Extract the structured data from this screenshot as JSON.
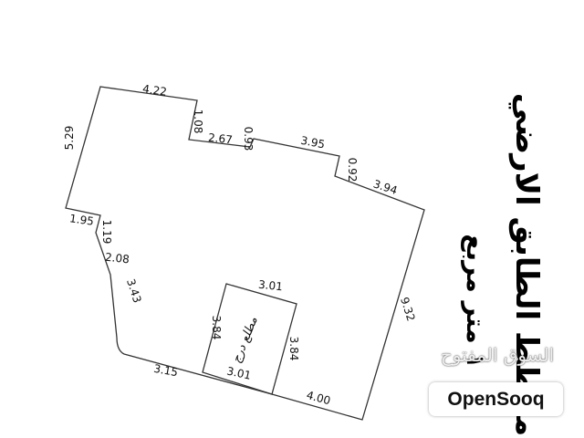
{
  "colors": {
    "line": "#333333",
    "text": "#111111",
    "background": "#ffffff",
    "badge": "#ffffff"
  },
  "title": {
    "line1": "مخطط الطابق الارضي",
    "line2": "١ متر مربع"
  },
  "room_label": "مطلع درج",
  "dimensions": [
    {
      "id": "top-left-edge",
      "value": "4.22"
    },
    {
      "id": "left-top-edge",
      "value": "5.29"
    },
    {
      "id": "notch-left-edge",
      "value": "1.08"
    },
    {
      "id": "notch-bottom-edge",
      "value": "2.67"
    },
    {
      "id": "notch-right-edge",
      "value": "0.93"
    },
    {
      "id": "top-middle-edge",
      "value": "3.95"
    },
    {
      "id": "step-edge",
      "value": "0.92"
    },
    {
      "id": "top-right-edge",
      "value": "3.94"
    },
    {
      "id": "left-step-bottom-edge",
      "value": "1.95"
    },
    {
      "id": "left-step-short-edge",
      "value": "1.19"
    },
    {
      "id": "left-diagonal-edge",
      "value": "2.08"
    },
    {
      "id": "left-lower-edge",
      "value": "3.43"
    },
    {
      "id": "right-edge",
      "value": "9.32"
    },
    {
      "id": "bottom-left-edge",
      "value": "3.15"
    },
    {
      "id": "bottom-right-edge",
      "value": "4.00"
    },
    {
      "id": "stair-top-edge",
      "value": "3.01"
    },
    {
      "id": "stair-left-edge",
      "value": "3.84"
    },
    {
      "id": "stair-right-edge",
      "value": "3.84"
    },
    {
      "id": "stair-bottom-edge",
      "value": "3.01"
    }
  ],
  "watermark": {
    "arabic": "السوق المفتوح",
    "brand": "OpenSooq"
  }
}
